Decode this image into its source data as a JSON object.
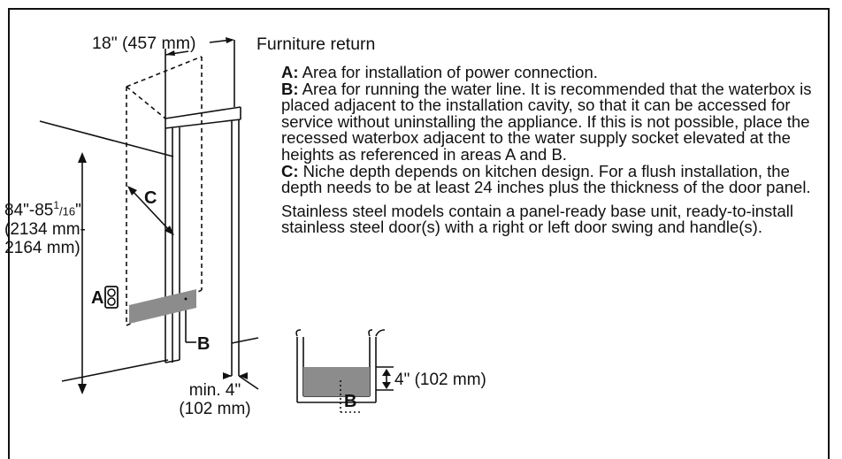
{
  "labels": {
    "width_dim": "18\" (457 mm)",
    "furniture_return": "Furniture return",
    "height_dim_line1": "84\"-85",
    "height_frac_sup": "1",
    "height_frac_sub": "/16",
    "height_dim_line1_end": "\"",
    "height_dim_line2": "(2134 mm-",
    "height_dim_line3": "2164 mm)",
    "label_a": "A",
    "label_b": "B",
    "label_c": "C",
    "min_line1": "min. 4\"",
    "min_line2": "(102 mm)",
    "waterbox_dim": "4\" (102 mm)",
    "waterbox_label_b": "B"
  },
  "description": {
    "a_key": "A:",
    "a_text": " Area for installation of power connection.",
    "b_key": "B:",
    "b_text": " Area for running the water line. It is recommended that the waterbox is placed adjacent to the installation cavity, so that it can be accessed for service without uninstalling the appliance. If this is not possible, place the recessed waterbox adjacent to the water supply socket elevated at the heights as referenced in areas A and B.",
    "c_key": "C:",
    "c_text": " Niche depth depends on kitchen design. For a flush installation, the depth needs to be at least 24 inches plus the thickness of the door panel.",
    "note": "Stainless steel models contain a panel-ready base unit, ready-to-install stainless steel door(s) with a right or left door swing and handle(s)."
  },
  "colors": {
    "line": "#111111",
    "shade": "#8c8c8c"
  }
}
